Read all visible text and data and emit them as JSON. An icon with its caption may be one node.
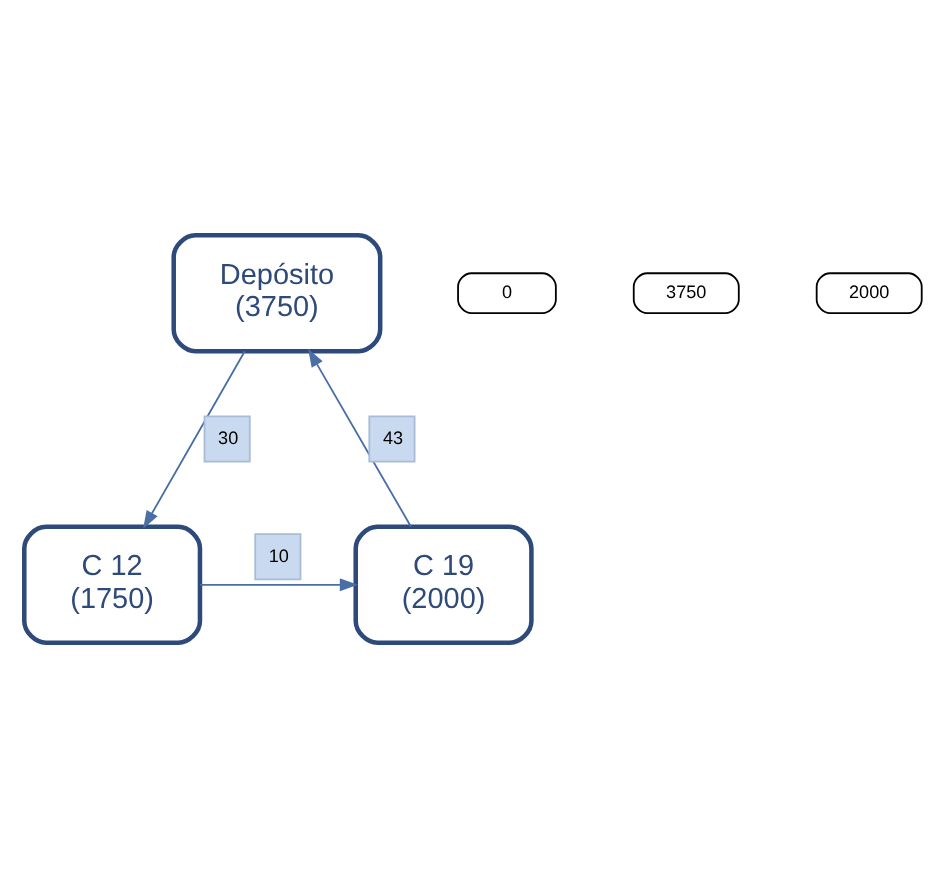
{
  "diagram": {
    "nodes": [
      {
        "text": [
          "Depósito",
          "(3750)"
        ]
      },
      {
        "text": [
          "0"
        ]
      },
      {
        "text": [
          "3750"
        ]
      },
      {
        "text": [
          "C 19",
          "(2000)"
        ]
      },
      {
        "text": [
          "C 12",
          "(1750)"
        ]
      },
      {
        "text": [
          "2000"
        ]
      }
    ],
    "edges": [
      {
        "from": 0,
        "to": 4,
        "arrow": "to",
        "label": "30"
      },
      {
        "from": 4,
        "to": 3,
        "arrow": "to",
        "label": "10"
      },
      {
        "from": 3,
        "to": 0,
        "arrow": "to",
        "label": "43"
      }
    ]
  }
}
